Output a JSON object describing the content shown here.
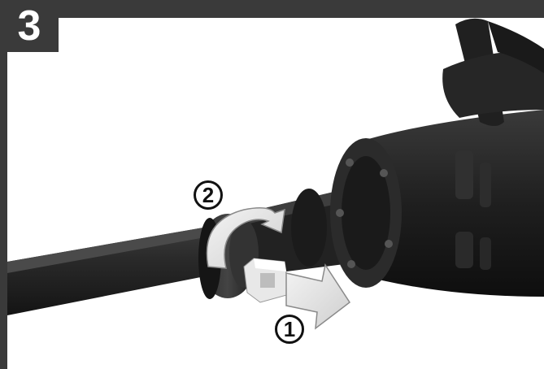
{
  "step": {
    "number": "3"
  },
  "callouts": [
    {
      "label": "2",
      "meaning": "rotate-collar"
    },
    {
      "label": "1",
      "meaning": "pull-out"
    }
  ],
  "colors": {
    "frame": "#3a3a3a",
    "tool_body": "#1e1e1e",
    "highlight": "#e9e9e9",
    "background": "#ffffff"
  },
  "icons": [
    "rotate-arrow-icon",
    "pull-arrow-icon"
  ]
}
